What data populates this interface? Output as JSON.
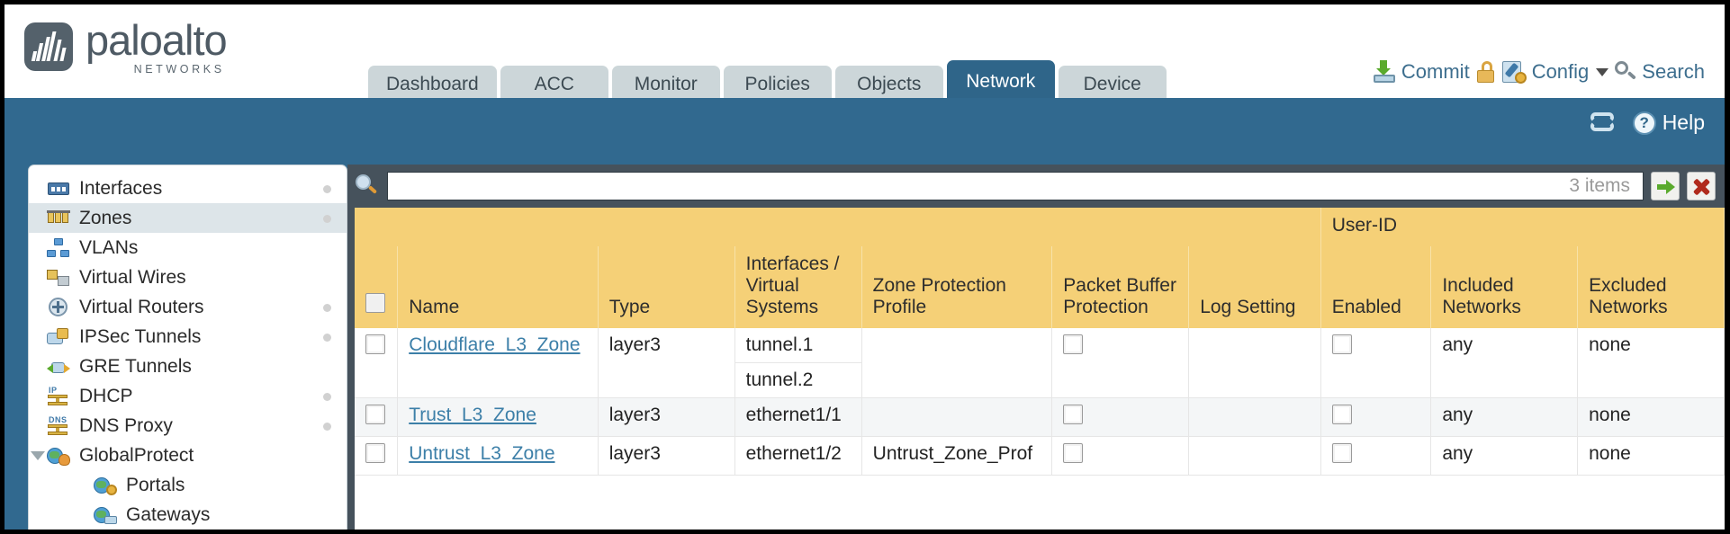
{
  "brand": {
    "name": "paloalto",
    "tagline": "NETWORKS",
    "mark": "paloalto-logo"
  },
  "nav": {
    "tabs": [
      {
        "label": "Dashboard",
        "active": false
      },
      {
        "label": "ACC",
        "active": false
      },
      {
        "label": "Monitor",
        "active": false
      },
      {
        "label": "Policies",
        "active": false
      },
      {
        "label": "Objects",
        "active": false
      },
      {
        "label": "Network",
        "active": true
      },
      {
        "label": "Device",
        "active": false
      }
    ]
  },
  "topactions": {
    "commit": "Commit",
    "config": "Config",
    "search": "Search",
    "lock_icon": "padlock-icon",
    "caret": "chevron-down-icon"
  },
  "subbar": {
    "refresh_icon": "refresh-icon",
    "help": "Help",
    "help_icon": "question-mark-icon"
  },
  "sidebar": {
    "items": [
      {
        "label": "Interfaces",
        "icon": "interfaces-icon",
        "selected": false,
        "dot": true,
        "child": false,
        "expander": false
      },
      {
        "label": "Zones",
        "icon": "zones-icon",
        "selected": true,
        "dot": true,
        "child": false,
        "expander": false
      },
      {
        "label": "VLANs",
        "icon": "vlans-icon",
        "selected": false,
        "dot": false,
        "child": false,
        "expander": false
      },
      {
        "label": "Virtual Wires",
        "icon": "virtual-wires-icon",
        "selected": false,
        "dot": false,
        "child": false,
        "expander": false
      },
      {
        "label": "Virtual Routers",
        "icon": "virtual-routers-icon",
        "selected": false,
        "dot": true,
        "child": false,
        "expander": false
      },
      {
        "label": "IPSec Tunnels",
        "icon": "ipsec-tunnels-icon",
        "selected": false,
        "dot": true,
        "child": false,
        "expander": false
      },
      {
        "label": "GRE Tunnels",
        "icon": "gre-tunnels-icon",
        "selected": false,
        "dot": false,
        "child": false,
        "expander": false
      },
      {
        "label": "DHCP",
        "icon": "dhcp-icon",
        "selected": false,
        "dot": true,
        "child": false,
        "expander": false
      },
      {
        "label": "DNS Proxy",
        "icon": "dns-proxy-icon",
        "selected": false,
        "dot": true,
        "child": false,
        "expander": false
      },
      {
        "label": "GlobalProtect",
        "icon": "globalprotect-icon",
        "selected": false,
        "dot": false,
        "child": false,
        "expander": true
      },
      {
        "label": "Portals",
        "icon": "portals-icon",
        "selected": false,
        "dot": false,
        "child": true,
        "expander": false
      },
      {
        "label": "Gateways",
        "icon": "gateways-icon",
        "selected": false,
        "dot": false,
        "child": true,
        "expander": false
      }
    ]
  },
  "filter": {
    "search_icon": "search-icon",
    "value": "",
    "placeholder": "",
    "item_count": "3 items",
    "apply_icon": "green-arrow-icon",
    "clear_icon": "red-x-icon"
  },
  "table": {
    "group_header": "User-ID",
    "columns": [
      "Name",
      "Type",
      "Interfaces / Virtual Systems",
      "Zone Protection Profile",
      "Packet Buffer Protection",
      "Log Setting",
      "Enabled",
      "Included Networks",
      "Excluded Networks"
    ],
    "rows": [
      {
        "selected": false,
        "name": "Cloudflare_L3_Zone",
        "type": "layer3",
        "interfaces": [
          "tunnel.1",
          "tunnel.2"
        ],
        "zone_protection_profile": "",
        "packet_buffer_protection": false,
        "log_setting": "",
        "userid_enabled": false,
        "included_networks": "any",
        "excluded_networks": "none"
      },
      {
        "selected": false,
        "name": "Trust_L3_Zone",
        "type": "layer3",
        "interfaces": [
          "ethernet1/1"
        ],
        "zone_protection_profile": "",
        "packet_buffer_protection": false,
        "log_setting": "",
        "userid_enabled": false,
        "included_networks": "any",
        "excluded_networks": "none"
      },
      {
        "selected": false,
        "name": "Untrust_L3_Zone",
        "type": "layer3",
        "interfaces": [
          "ethernet1/2"
        ],
        "zone_protection_profile": "Untrust_Zone_Prof",
        "packet_buffer_protection": false,
        "log_setting": "",
        "userid_enabled": false,
        "included_networks": "any",
        "excluded_networks": "none"
      }
    ]
  },
  "colors": {
    "chrome_blue": "#31698f",
    "tab_active": "#2f6589",
    "tab_inactive": "#ccd6d9",
    "header_gold": "#f5d077",
    "group_gold": "#dfae3f",
    "panel_dark": "#46525c",
    "link_blue": "#3c7fa8"
  }
}
